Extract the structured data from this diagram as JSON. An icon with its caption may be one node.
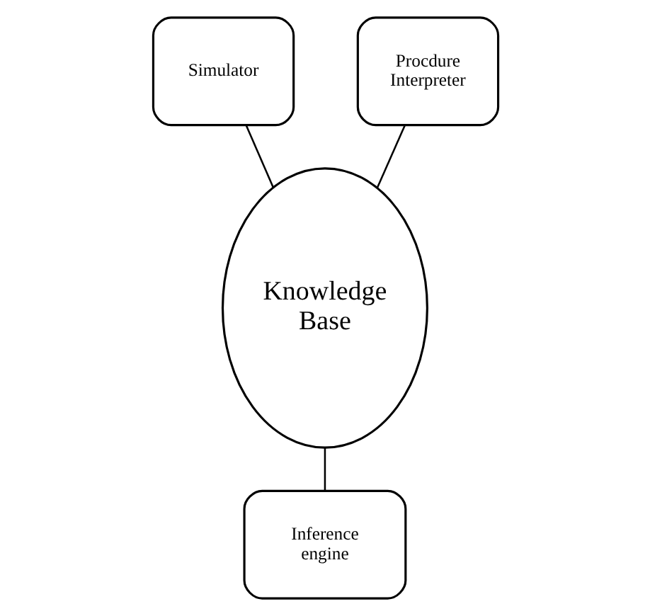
{
  "diagram": {
    "nodes": [
      {
        "text": [
          "Simulator"
        ]
      },
      {
        "text": [
          "Procdure Interpreter"
        ]
      },
      {
        "text": [
          "Knowledge Base"
        ]
      },
      {
        "text": [
          "Inference engine"
        ]
      }
    ],
    "edges": [
      {
        "from": 0,
        "to": 2,
        "arrow": "none"
      },
      {
        "from": 1,
        "to": 2,
        "arrow": "none"
      },
      {
        "from": 2,
        "to": 3,
        "arrow": "none"
      }
    ]
  }
}
